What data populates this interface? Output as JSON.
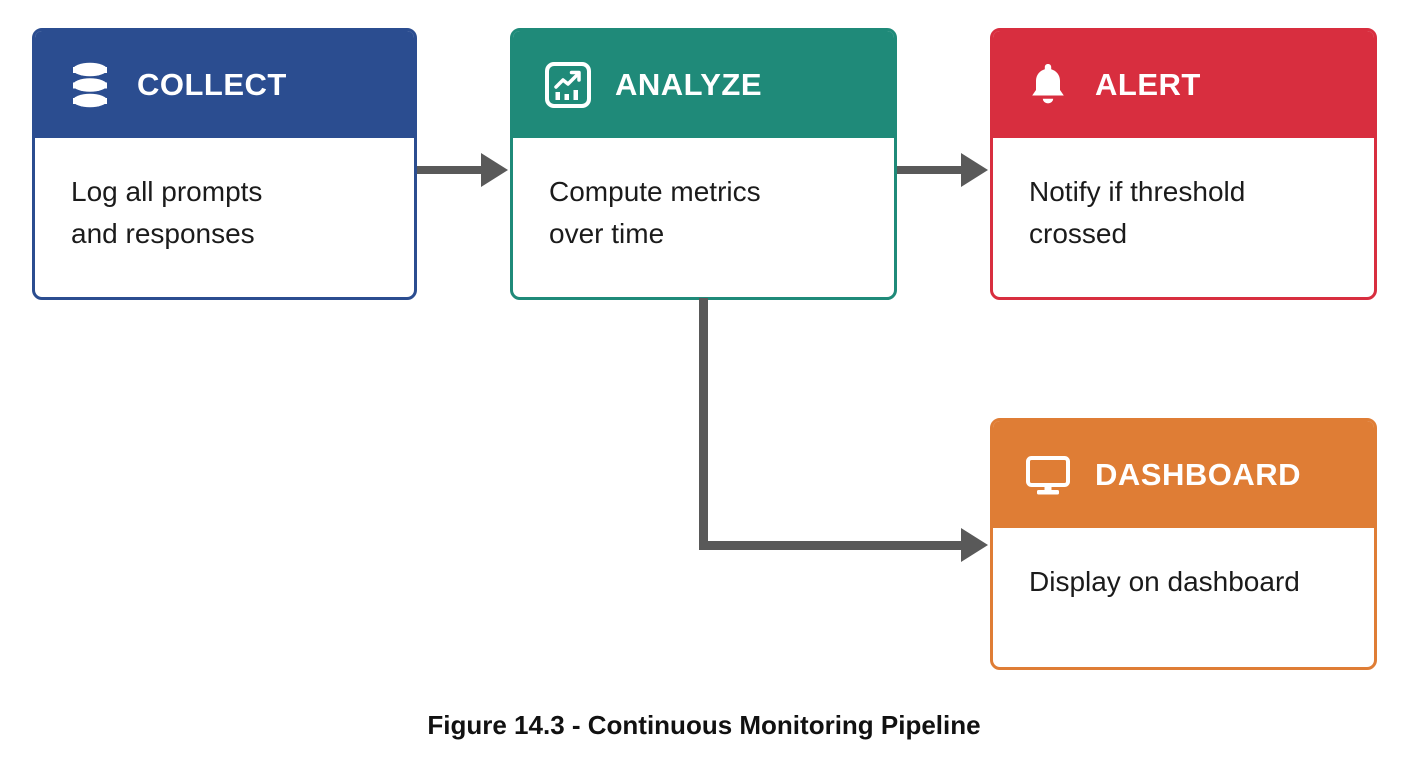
{
  "figure": {
    "caption": "Figure 14.3 - Continuous Monitoring Pipeline"
  },
  "nodes": {
    "collect": {
      "label": "COLLECT",
      "icon": "database-icon",
      "color": "#2b4d90",
      "lines": [
        "Log all prompts",
        "and responses"
      ]
    },
    "analyze": {
      "label": "ANALYZE",
      "icon": "chart-icon",
      "color": "#1f8a79",
      "lines": [
        "Compute metrics",
        "over time"
      ]
    },
    "alert": {
      "label": "ALERT",
      "icon": "bell-icon",
      "color": "#d82e3f",
      "lines": [
        "Notify if threshold",
        "crossed"
      ]
    },
    "dashboard": {
      "label": "DASHBOARD",
      "icon": "monitor-icon",
      "color": "#df7d35",
      "lines": [
        "Display on dashboard"
      ]
    }
  },
  "connections": [
    {
      "from": "COLLECT",
      "to": "ANALYZE",
      "style": "straight-right"
    },
    {
      "from": "ANALYZE",
      "to": "ALERT",
      "style": "straight-right"
    },
    {
      "from": "ANALYZE",
      "to": "DASHBOARD",
      "style": "elbow-down-right"
    }
  ],
  "colors": {
    "collect": "#2b4d90",
    "analyze": "#1f8a79",
    "alert": "#d82e3f",
    "dashboard": "#df7d35",
    "arrow": "#595959",
    "body_text": "#1b1b1b",
    "background": "#ffffff"
  }
}
